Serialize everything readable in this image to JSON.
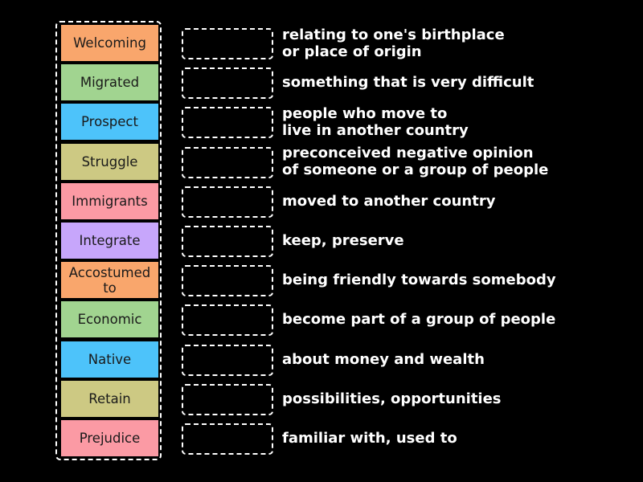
{
  "tiles": [
    {
      "label": "Welcoming",
      "color": "#f9a66c"
    },
    {
      "label": "Migrated",
      "color": "#a1d490"
    },
    {
      "label": "Prospect",
      "color": "#4dc3fa"
    },
    {
      "label": "Struggle",
      "color": "#cdc983"
    },
    {
      "label": "Immigrants",
      "color": "#fb9aa4"
    },
    {
      "label": "Integrate",
      "color": "#c7a6fb"
    },
    {
      "label": "Accostumed\nto",
      "color": "#f9a66c"
    },
    {
      "label": "Economic",
      "color": "#a1d490"
    },
    {
      "label": "Native",
      "color": "#4dc3fa"
    },
    {
      "label": "Retain",
      "color": "#cdc983"
    },
    {
      "label": "Prejudice",
      "color": "#fb9aa4"
    }
  ],
  "definitions": [
    "relating to one's birthplace\nor place of origin",
    "something that is very difficult",
    "people who move to\nlive in another country",
    "preconceived negative opinion\nof someone or a group of people",
    "moved to another country",
    "keep, preserve",
    "being friendly towards somebody",
    "become part of a group of people",
    "about money and wealth",
    "possibilities, opportunities",
    "familiar with, used to"
  ]
}
